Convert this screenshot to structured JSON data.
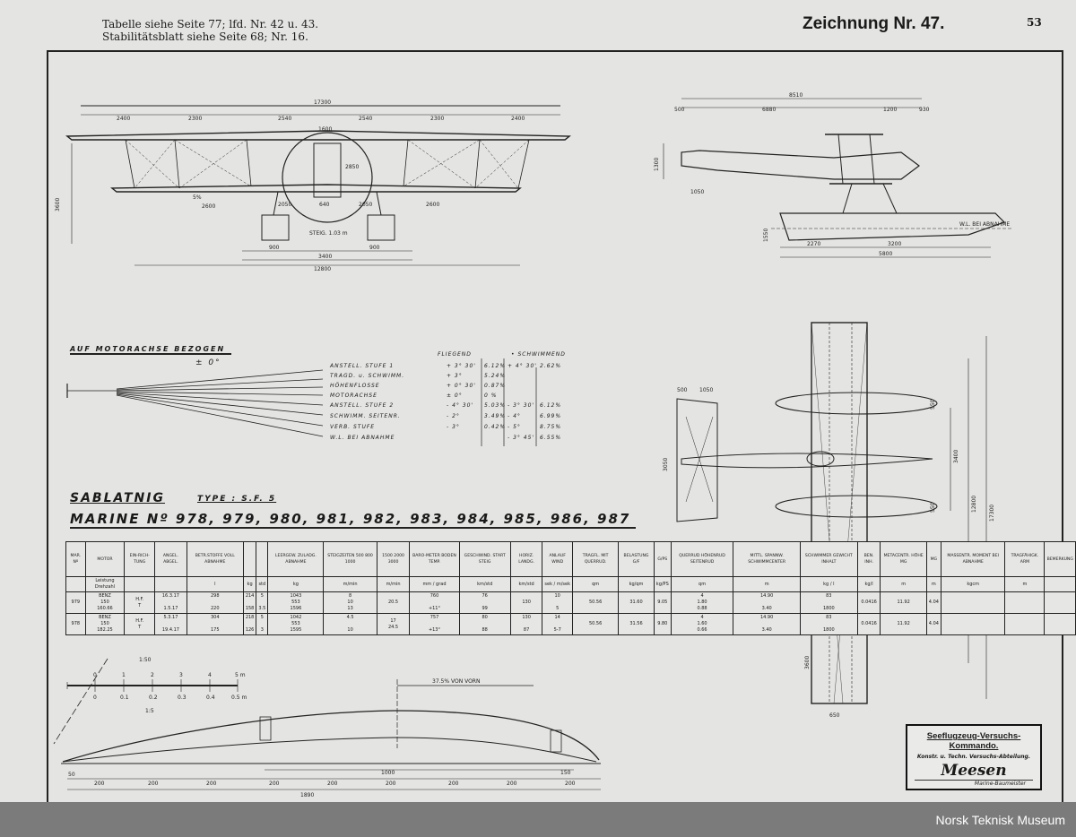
{
  "header": {
    "line1": "Tabelle siehe Seite 77;  lfd. Nr. 42 u. 43.",
    "line2": "Stabilitätsblatt siehe Seite 68;  Nr. 16.",
    "title": "Zeichnung Nr. 47.",
    "page": "53"
  },
  "front_view": {
    "dims": [
      "17300",
      "2400",
      "2300",
      "2540",
      "2540",
      "2300",
      "2400",
      "1600",
      "3600",
      "2600",
      "2050",
      "640",
      "2050",
      "2600",
      "900",
      "3400",
      "900",
      "12800",
      "5%",
      "2850",
      "STEIG. 1.03 m"
    ]
  },
  "side_view": {
    "dims": [
      "8510",
      "500",
      "6880",
      "1200",
      "930",
      "1300",
      "1050",
      "2270",
      "3200",
      "5800",
      "1550",
      "W.L. BEI ABNAHME"
    ]
  },
  "plan_view": {
    "dims": [
      "500",
      "1050",
      "3050",
      "3400",
      "12800",
      "17300",
      "550",
      "550",
      "3600",
      "650"
    ]
  },
  "incidence": {
    "title": "AUF MOTORACHSE BEZOGEN",
    "zero": "± 0°",
    "col_fliegend": "FLIEGEND",
    "col_schwimmend": "• SCHWIMMEND",
    "rows": [
      {
        "label": "ANSTELL. STUFE 1",
        "f_angle": "+ 3° 30'",
        "f_pct": "6.12%",
        "s_angle": "+ 4° 30'",
        "s_pct": "2.62%"
      },
      {
        "label": "TRAGD. u. SCHWIMM.",
        "f_angle": "+ 3°",
        "f_pct": "5.24%",
        "s_angle": "",
        "s_pct": ""
      },
      {
        "label": "HÖHENFLOSSE",
        "f_angle": "+ 0° 30'",
        "f_pct": "0.87%",
        "s_angle": "",
        "s_pct": ""
      },
      {
        "label": "MOTORACHSE",
        "f_angle": "± 0°",
        "f_pct": "0 %",
        "s_angle": "",
        "s_pct": ""
      },
      {
        "label": "ANSTELL. STUFE 2",
        "f_angle": "- 4° 30'",
        "f_pct": "5.03%",
        "s_angle": "- 3° 30'",
        "s_pct": "6.12%"
      },
      {
        "label": "SCHWIMM. SEITENR.",
        "f_angle": "- 2°",
        "f_pct": "3.49%",
        "s_angle": "- 4°",
        "s_pct": "6.99%"
      },
      {
        "label": "VERB. STUFE",
        "f_angle": "- 3°",
        "f_pct": "0.42%",
        "s_angle": "- 5°",
        "s_pct": "8.75%"
      },
      {
        "label": "W.L. BEI ABNAHME",
        "f_angle": "",
        "f_pct": "",
        "s_angle": "- 3° 45'",
        "s_pct": "6.55%"
      }
    ]
  },
  "maker": "SABLATNIG",
  "type": "TYPE : S.F. 5",
  "marine": "MARINE Nº 978, 979, 980, 981, 982, 983, 984, 985, 986, 987",
  "table": {
    "headers": [
      "MAR. Nº",
      "MOTOR",
      "EIN-RICH-TUNG",
      "ANGEL. ABGEL.",
      "BETR.STOFFE VOLL ABNAHME",
      "",
      "",
      "LEERGEW. ZULADG. ABNAHME",
      "STEIGZEITEN 500 800 1000",
      "1500 2000 3000",
      "BARO-METER BODEN TEMP.",
      "GESCHWIND. START STEIG",
      "HORIZ. LANDG.",
      "ANLAUF WIND",
      "TRAGFL. MIT QUERRUD.",
      "BELASTUNG G/F",
      "G/PS",
      "QUERRUD HÖHENRUD SEITENRUD",
      "MITTL. SPANNW. SCHWIMMCENTER",
      "SCHWIMMER GEWICHT INHALT",
      "BEN. INH.",
      "METACENTR. HÖHE MG",
      "MG",
      "MASSENTR. MOMENT BEI ABNAHME",
      "TRAGFÄHIGK. ARM",
      "BEMERKUNG"
    ],
    "units": [
      "",
      "Leistung Drehzahl",
      "",
      "",
      "l",
      "kg",
      "std",
      "kg",
      "m/min",
      "m/min",
      "mm / grad",
      "km/std",
      "km/std",
      "sek / m/sek",
      "qm",
      "kg/qm",
      "kg/PS",
      "qm",
      "m",
      "kg / l",
      "kg/l",
      "m",
      "m",
      "kgcm",
      "m",
      ""
    ],
    "rows": [
      [
        "979",
        "BENZ\n150\n160.66",
        "H.F.\nT",
        "16.3.17\n\n1.5.17",
        "298\n\n220",
        "214\n\n158",
        "5\n\n3.5",
        "1043\n553\n1596",
        "8\n10\n13",
        "20.5",
        "760\n\n+11°",
        "76\n\n99",
        "130",
        "10\n\n5",
        "50.56",
        "31.60",
        "9.05",
        "4\n1.80\n0.88",
        "14.90\n\n3.40",
        "83\n\n1800",
        "0.0416",
        "11.92",
        "4.04",
        "",
        "",
        ""
      ],
      [
        "978",
        "BENZ\n150\n182.25",
        "H.F.\nT",
        "5.3.17\n\n19.4.17",
        "304\n\n175",
        "218\n\n126",
        "5\n\n3",
        "1042\n553\n1595",
        "4.5\n\n10",
        "17\n24.5",
        "757\n\n+13°",
        "80\n\n88",
        "130\n\n87",
        "14\n\n5-7",
        "50.56",
        "31.56",
        "9.80",
        "4\n1.60\n0.66",
        "14.90\n\n3.40",
        "83\n\n1800",
        "0.0416",
        "11.92",
        "4.04",
        "",
        "",
        ""
      ]
    ]
  },
  "scale": {
    "label_top": "1:50",
    "ticks_top": [
      "0",
      "1",
      "2",
      "3",
      "4",
      "5 m"
    ],
    "ticks_bottom": [
      "0",
      "0.1",
      "0.2",
      "0.3",
      "0.4",
      "0.5 m"
    ],
    "label_bottom": "1:5"
  },
  "airfoil": {
    "note": "37.5% VON VORN",
    "dims": [
      "200",
      "200",
      "200",
      "200",
      "200",
      "200",
      "200",
      "200",
      "200",
      "1000",
      "150",
      "1890",
      "50"
    ]
  },
  "stamp": {
    "line1": "Seeflugzeug-Versuchs-Kommando.",
    "line2": "Konstr. u. Techn. Versuchs-Abteilung.",
    "signature": "Meesen",
    "line3": "Marine-Baumeister"
  },
  "footer": "Norsk Teknisk Museum"
}
